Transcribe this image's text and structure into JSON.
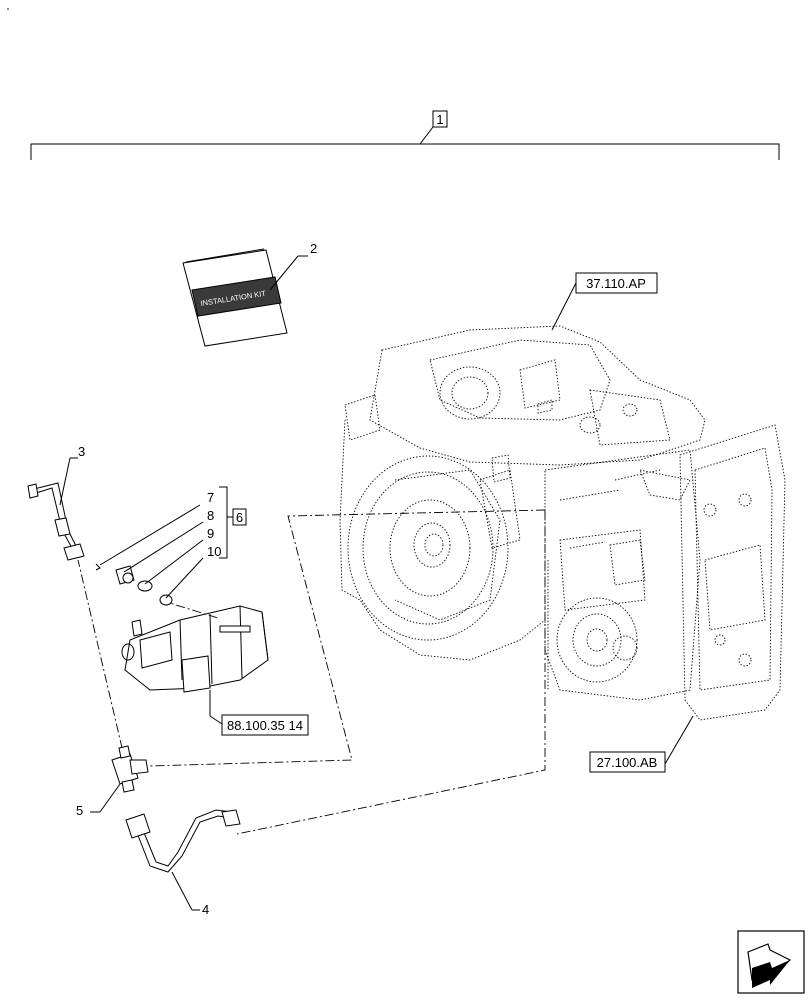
{
  "diagram": {
    "assembly_item": "1",
    "kit_group": "6",
    "callouts": {
      "installation_kit_item": "2",
      "pipe_upper_item": "3",
      "pipe_lower_item": "4",
      "tee_fitting_item": "5",
      "item_7": "7",
      "item_8": "8",
      "item_9": "9",
      "item_10": "10"
    },
    "installation_kit_text": "INSTALLATION KIT",
    "references": {
      "upper_housing": "37.110.AP",
      "transmission_housing": "27.100.AB",
      "pump": "88.100.35 14"
    }
  }
}
